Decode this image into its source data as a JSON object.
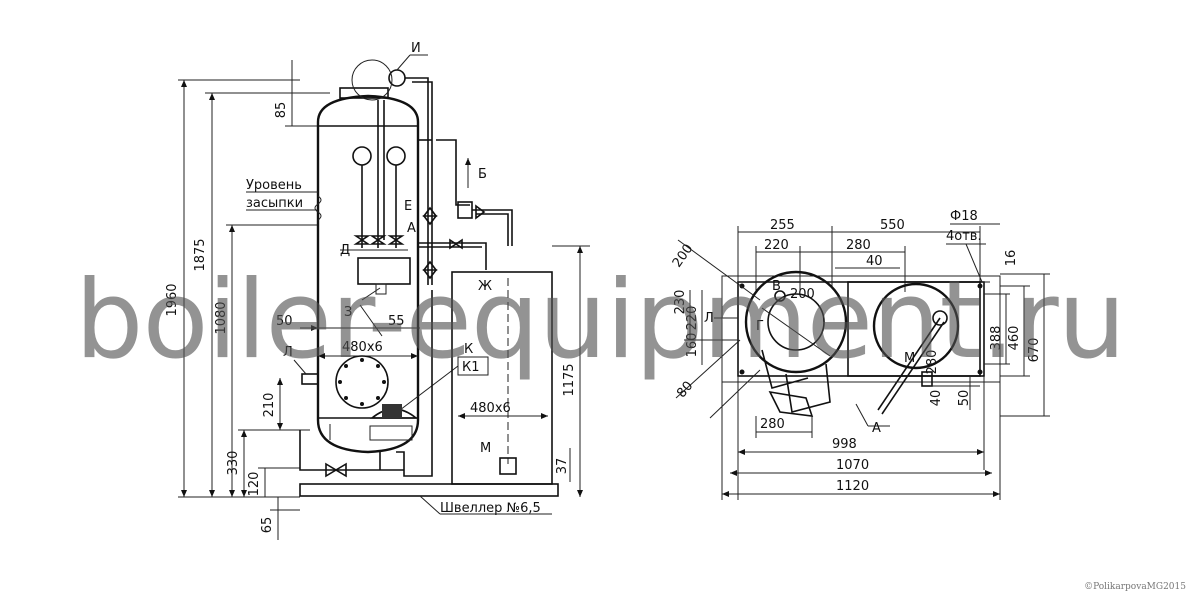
{
  "side_view": {
    "dim_h_1960": "1960",
    "dim_h_1875": "1875",
    "dim_85": "85",
    "dim_1080": "1080",
    "dim_50": "50",
    "dim_55": "55",
    "hatch_label": "480х6",
    "dim_210": "210",
    "dim_330": "330",
    "dim_120": "120",
    "dim_65": "65",
    "dim_1175": "1175",
    "dim_37": "37",
    "hatch_label_right": "480х6",
    "level_label_1": "Уровень",
    "level_label_2": "засыпки",
    "channel_label": "Швеллер №6,5",
    "mark_I": "И",
    "mark_B": "Б",
    "mark_E": "Е",
    "mark_A": "А",
    "mark_D": "Д",
    "mark_Zh": "Ж",
    "mark_Z": "З",
    "mark_K": "К",
    "mark_K1": "К1",
    "mark_L": "Л",
    "mark_M": "М"
  },
  "plan_view": {
    "dim_255": "255",
    "dim_550": "550",
    "dim_220": "220",
    "dim_280_top": "280",
    "dim_40_top": "40",
    "hole_dia": "Ф18",
    "hole_count": "4отв.",
    "dim_16": "16",
    "dim_200_a": "200",
    "dim_200_b": "200",
    "dim_230": "230",
    "dim_220_v": "220",
    "dim_160": "160",
    "dim_80": "80",
    "dim_280_v": "280",
    "dim_388": "388",
    "dim_460": "460",
    "dim_670": "670",
    "dim_40_v": "40",
    "dim_50_v": "50",
    "dim_280_bottom": "280",
    "dim_998": "998",
    "dim_1070": "1070",
    "dim_1120": "1120",
    "mark_V": "В",
    "mark_G": "Г",
    "mark_L": "Л",
    "mark_M": "М",
    "mark_A": "А"
  },
  "watermark": "boiler-equipment.ru",
  "copyright": "©PolikarpovaMG2015"
}
